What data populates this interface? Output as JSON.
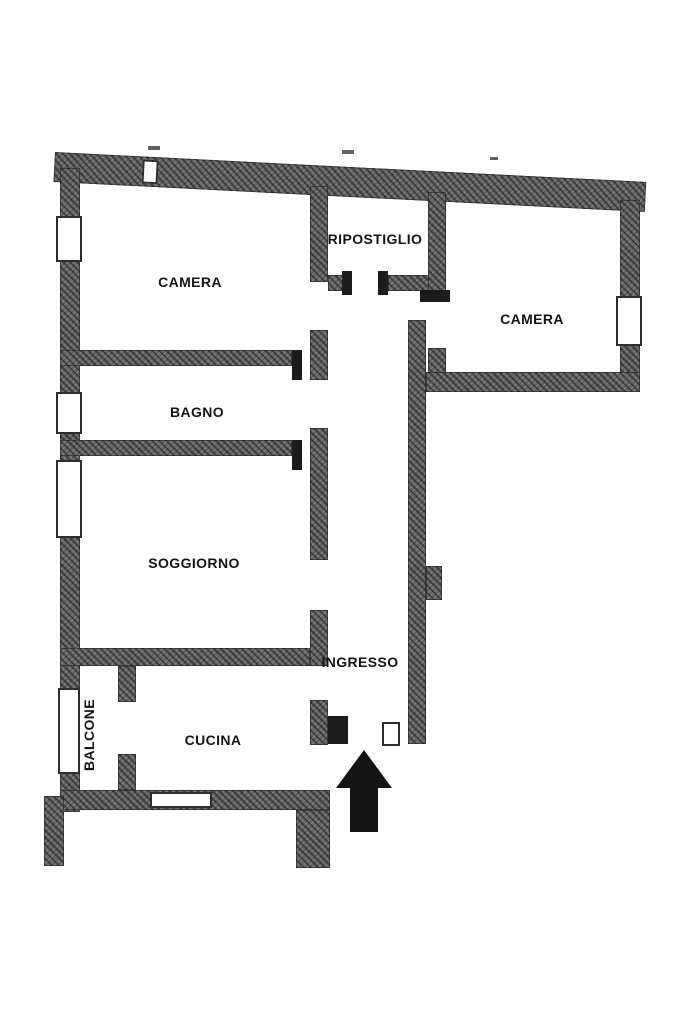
{
  "diagram": {
    "type": "floor-plan",
    "rooms": [
      {
        "id": "camera-1",
        "label": "CAMERA"
      },
      {
        "id": "ripostiglio",
        "label": "RIPOSTIGLIO"
      },
      {
        "id": "camera-2",
        "label": "CAMERA"
      },
      {
        "id": "bagno",
        "label": "BAGNO"
      },
      {
        "id": "soggiorno",
        "label": "SOGGIORNO"
      },
      {
        "id": "ingresso",
        "label": "INGRESSO"
      },
      {
        "id": "cucina",
        "label": "CUCINA"
      },
      {
        "id": "balcone",
        "label": "BALCONE"
      }
    ],
    "icons": {
      "entrance_arrow": "arrow-up"
    },
    "colors": {
      "wall_fill": "#646464",
      "wall_edge": "#1e1e1e",
      "ink": "#141414",
      "background": "#ffffff"
    }
  }
}
